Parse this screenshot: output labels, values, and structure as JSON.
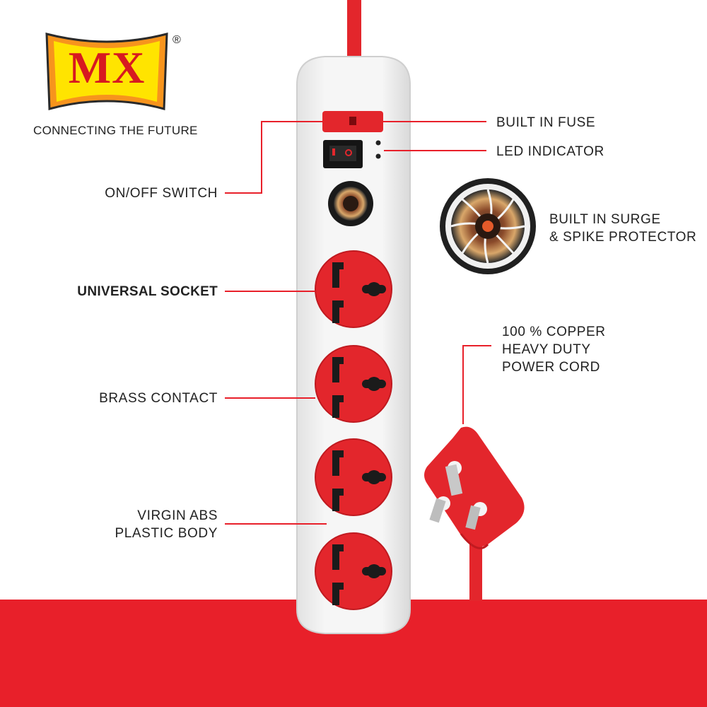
{
  "brand": {
    "logo_text": "MX",
    "registered_mark": "®",
    "tagline": "CONNECTING THE FUTURE"
  },
  "callouts": {
    "fuse": "BUILT IN FUSE",
    "led": "LED INDICATOR",
    "switch": "ON/OFF SWITCH",
    "surge_line1": "BUILT IN SURGE",
    "surge_line2": "& SPIKE PROTECTOR",
    "socket": "UNIVERSAL SOCKET",
    "cord_line1": "100 % COPPER",
    "cord_line2": "HEAVY DUTY",
    "cord_line3": "POWER CORD",
    "brass": "BRASS CONTACT",
    "body_line1": "VIRGIN ABS",
    "body_line2": "PLASTIC BODY"
  },
  "colors": {
    "accent_red": "#e8202a",
    "socket_red": "#e3262c",
    "body_white": "#f1f1f1",
    "logo_yellow": "#ffe400",
    "logo_orange": "#f7941d"
  },
  "icons": {
    "logo": "mx-logo-icon",
    "switch": "rocker-switch-icon",
    "surge": "surge-coil-icon",
    "socket": "universal-socket-icon",
    "plug": "three-pin-plug-icon"
  }
}
